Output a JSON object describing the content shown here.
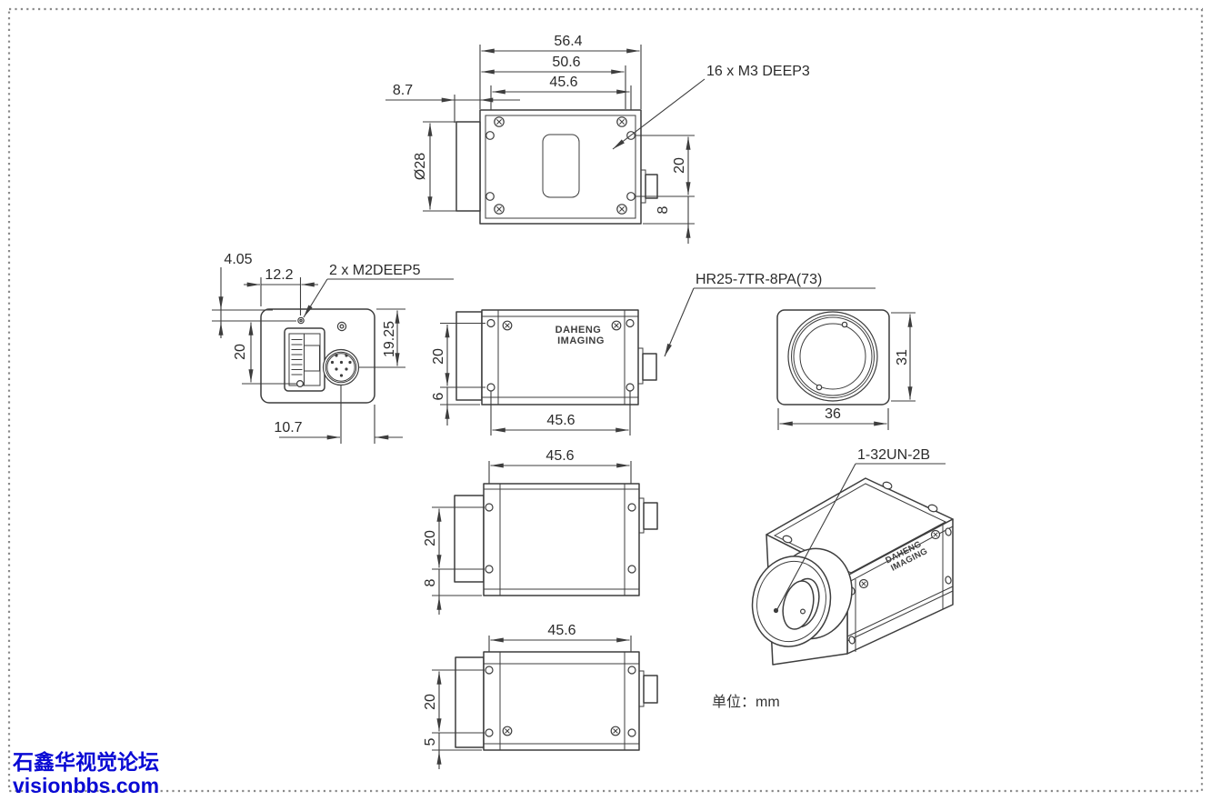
{
  "colors": {
    "line": "#3d3d3d",
    "text": "#2b2b2b",
    "watermark_blue": "#0a0ad4",
    "border_dots": "#8a8a8a",
    "background": "#ffffff"
  },
  "units_note": "单位：mm",
  "watermark": {
    "line1": "石鑫华视觉论坛",
    "line2": "visionbbs.com"
  },
  "logo": {
    "line1": "DAHENG",
    "line2": "IMAGING"
  },
  "top_view": {
    "callout": "16 x M3 DEEP3",
    "overall_width": "56.4",
    "body_width": "50.6",
    "hole_span": "45.6",
    "lens_protrusion": "8.7",
    "lens_diameter": "Ø28",
    "hole_pitch": "20",
    "hole_to_edge": "8"
  },
  "back_view": {
    "callout": "2 x M2DEEP5",
    "m2_from_top": "4.05",
    "m2_from_left": "12.2",
    "hole_pitch": "20",
    "conn_offset": "19.25",
    "conn_to_edge": "10.7"
  },
  "side_view_logo": {
    "callout": "HR25-7TR-8PA(73)",
    "hole_span": "45.6",
    "hole_pitch": "20",
    "hole_to_bottom": "6"
  },
  "front_view": {
    "height": "31",
    "width": "36"
  },
  "side_view_mid": {
    "hole_span": "45.6",
    "hole_pitch": "20",
    "hole_to_bottom": "8"
  },
  "side_view_bottom": {
    "hole_span": "45.6",
    "hole_pitch": "20",
    "hole_to_bottom": "5"
  },
  "iso_view": {
    "callout": "1-32UN-2B"
  }
}
